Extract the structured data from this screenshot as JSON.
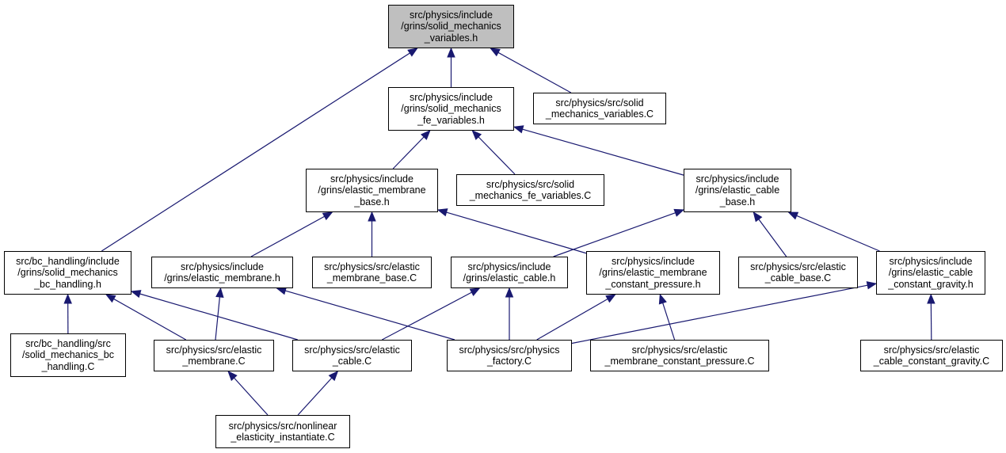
{
  "colors": {
    "edge": "#191970",
    "root_fill": "#bfbfbf",
    "node_fill": "#ffffff",
    "node_border": "#000000"
  },
  "nodes": {
    "n_root": {
      "lines": [
        "src/physics/include",
        "/grins/solid_mechanics",
        "_variables.h"
      ]
    },
    "n_fe_variables_h": {
      "lines": [
        "src/physics/include",
        "/grins/solid_mechanics",
        "_fe_variables.h"
      ]
    },
    "n_variables_c": {
      "lines": [
        "src/physics/src/solid",
        "_mechanics_variables.C"
      ]
    },
    "n_membrane_base_h": {
      "lines": [
        "src/physics/include",
        "/grins/elastic_membrane",
        "_base.h"
      ]
    },
    "n_fe_variables_c": {
      "lines": [
        "src/physics/src/solid",
        "_mechanics_fe_variables.C"
      ]
    },
    "n_cable_base_h": {
      "lines": [
        "src/physics/include",
        "/grins/elastic_cable",
        "_base.h"
      ]
    },
    "n_bc_handling_h": {
      "lines": [
        "src/bc_handling/include",
        "/grins/solid_mechanics",
        "_bc_handling.h"
      ]
    },
    "n_membrane_h": {
      "lines": [
        "src/physics/include",
        "/grins/elastic_membrane.h"
      ]
    },
    "n_membrane_base_c": {
      "lines": [
        "src/physics/src/elastic",
        "_membrane_base.C"
      ]
    },
    "n_cable_h": {
      "lines": [
        "src/physics/include",
        "/grins/elastic_cable.h"
      ]
    },
    "n_membrane_pressure_h": {
      "lines": [
        "src/physics/include",
        "/grins/elastic_membrane",
        "_constant_pressure.h"
      ]
    },
    "n_cable_base_c": {
      "lines": [
        "src/physics/src/elastic",
        "_cable_base.C"
      ]
    },
    "n_cable_gravity_h": {
      "lines": [
        "src/physics/include",
        "/grins/elastic_cable",
        "_constant_gravity.h"
      ]
    },
    "n_bc_handling_c": {
      "lines": [
        "src/bc_handling/src",
        "/solid_mechanics_bc",
        "_handling.C"
      ]
    },
    "n_membrane_c": {
      "lines": [
        "src/physics/src/elastic",
        "_membrane.C"
      ]
    },
    "n_cable_c": {
      "lines": [
        "src/physics/src/elastic",
        "_cable.C"
      ]
    },
    "n_physics_factory_c": {
      "lines": [
        "src/physics/src/physics",
        "_factory.C"
      ]
    },
    "n_membrane_pressure_c": {
      "lines": [
        "src/physics/src/elastic",
        "_membrane_constant_pressure.C"
      ]
    },
    "n_cable_gravity_c": {
      "lines": [
        "src/physics/src/elastic",
        "_cable_constant_gravity.C"
      ]
    },
    "n_nonlinear_c": {
      "lines": [
        "src/physics/src/nonlinear",
        "_elasticity_instantiate.C"
      ]
    }
  },
  "edges": [
    {
      "from": "n_fe_variables_h",
      "to": "n_root"
    },
    {
      "from": "n_variables_c",
      "to": "n_root"
    },
    {
      "from": "n_bc_handling_h",
      "to": "n_root"
    },
    {
      "from": "n_membrane_base_h",
      "to": "n_fe_variables_h"
    },
    {
      "from": "n_fe_variables_c",
      "to": "n_fe_variables_h"
    },
    {
      "from": "n_cable_base_h",
      "to": "n_fe_variables_h"
    },
    {
      "from": "n_membrane_h",
      "to": "n_membrane_base_h"
    },
    {
      "from": "n_membrane_base_c",
      "to": "n_membrane_base_h"
    },
    {
      "from": "n_membrane_pressure_h",
      "to": "n_membrane_base_h"
    },
    {
      "from": "n_cable_h",
      "to": "n_cable_base_h"
    },
    {
      "from": "n_cable_base_c",
      "to": "n_cable_base_h"
    },
    {
      "from": "n_cable_gravity_h",
      "to": "n_cable_base_h"
    },
    {
      "from": "n_bc_handling_c",
      "to": "n_bc_handling_h"
    },
    {
      "from": "n_membrane_c",
      "to": "n_bc_handling_h"
    },
    {
      "from": "n_cable_c",
      "to": "n_bc_handling_h"
    },
    {
      "from": "n_membrane_c",
      "to": "n_membrane_h"
    },
    {
      "from": "n_physics_factory_c",
      "to": "n_membrane_h"
    },
    {
      "from": "n_cable_c",
      "to": "n_cable_h"
    },
    {
      "from": "n_physics_factory_c",
      "to": "n_cable_h"
    },
    {
      "from": "n_physics_factory_c",
      "to": "n_membrane_pressure_h"
    },
    {
      "from": "n_membrane_pressure_c",
      "to": "n_membrane_pressure_h"
    },
    {
      "from": "n_physics_factory_c",
      "to": "n_cable_gravity_h"
    },
    {
      "from": "n_cable_gravity_c",
      "to": "n_cable_gravity_h"
    },
    {
      "from": "n_nonlinear_c",
      "to": "n_membrane_c"
    },
    {
      "from": "n_nonlinear_c",
      "to": "n_cable_c"
    }
  ]
}
